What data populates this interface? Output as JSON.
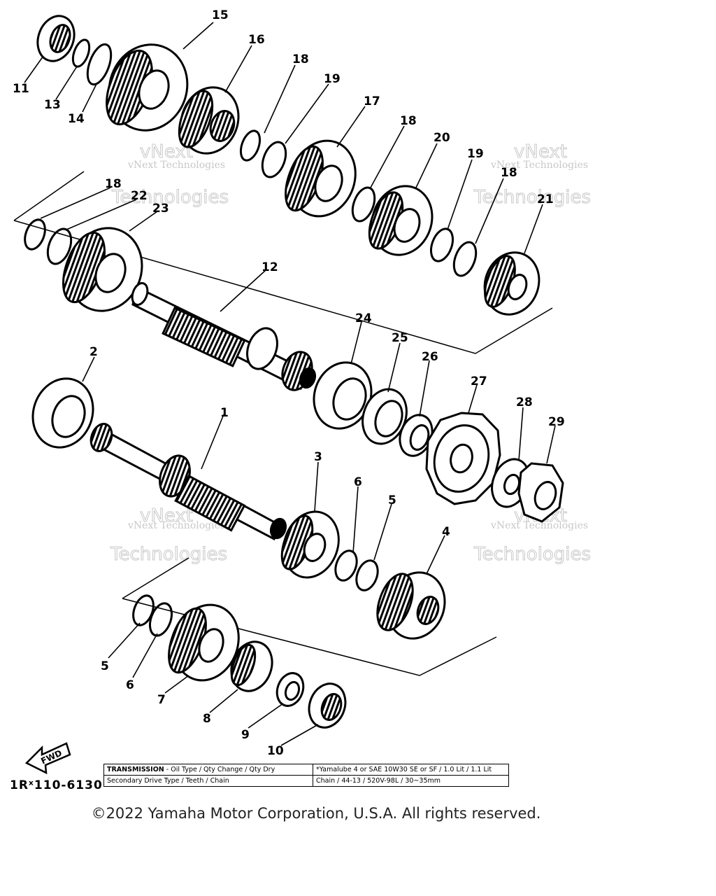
{
  "callouts": [
    {
      "label": "15"
    },
    {
      "label": "16"
    },
    {
      "label": "18"
    },
    {
      "label": "19"
    },
    {
      "label": "17"
    },
    {
      "label": "18"
    },
    {
      "label": "20"
    },
    {
      "label": "19"
    },
    {
      "label": "18"
    },
    {
      "label": "21"
    },
    {
      "label": "11"
    },
    {
      "label": "13"
    },
    {
      "label": "14"
    },
    {
      "label": "18"
    },
    {
      "label": "22"
    },
    {
      "label": "23"
    },
    {
      "label": "12"
    },
    {
      "label": "24"
    },
    {
      "label": "25"
    },
    {
      "label": "26"
    },
    {
      "label": "27"
    },
    {
      "label": "28"
    },
    {
      "label": "29"
    },
    {
      "label": "2"
    },
    {
      "label": "1"
    },
    {
      "label": "3"
    },
    {
      "label": "6"
    },
    {
      "label": "5"
    },
    {
      "label": "4"
    },
    {
      "label": "5"
    },
    {
      "label": "6"
    },
    {
      "label": "7"
    },
    {
      "label": "8"
    },
    {
      "label": "9"
    },
    {
      "label": "10"
    }
  ],
  "watermarks": {
    "line1": "vNext Technologies",
    "big1": "vNext",
    "big2": "Technologies"
  },
  "fwd_label": "FWD",
  "table": {
    "row1_label": "TRANSMISSION",
    "row1_label_rest": " - Oil Type / Qty Change / Qty Dry",
    "row1_value": "*Yamalube 4 or SAE 10W30 SE or SF / 1.0 Lit / 1.1 Lit",
    "row2_label": "Secondary Drive Type / Teeth / Chain",
    "row2_value": "Chain / 44-13 / 520V-98L / 30~35mm"
  },
  "part_number": "1Rˣ110-6130",
  "copyright": "©2022 Yamaha Motor Corporation, U.S.A. All rights reserved."
}
